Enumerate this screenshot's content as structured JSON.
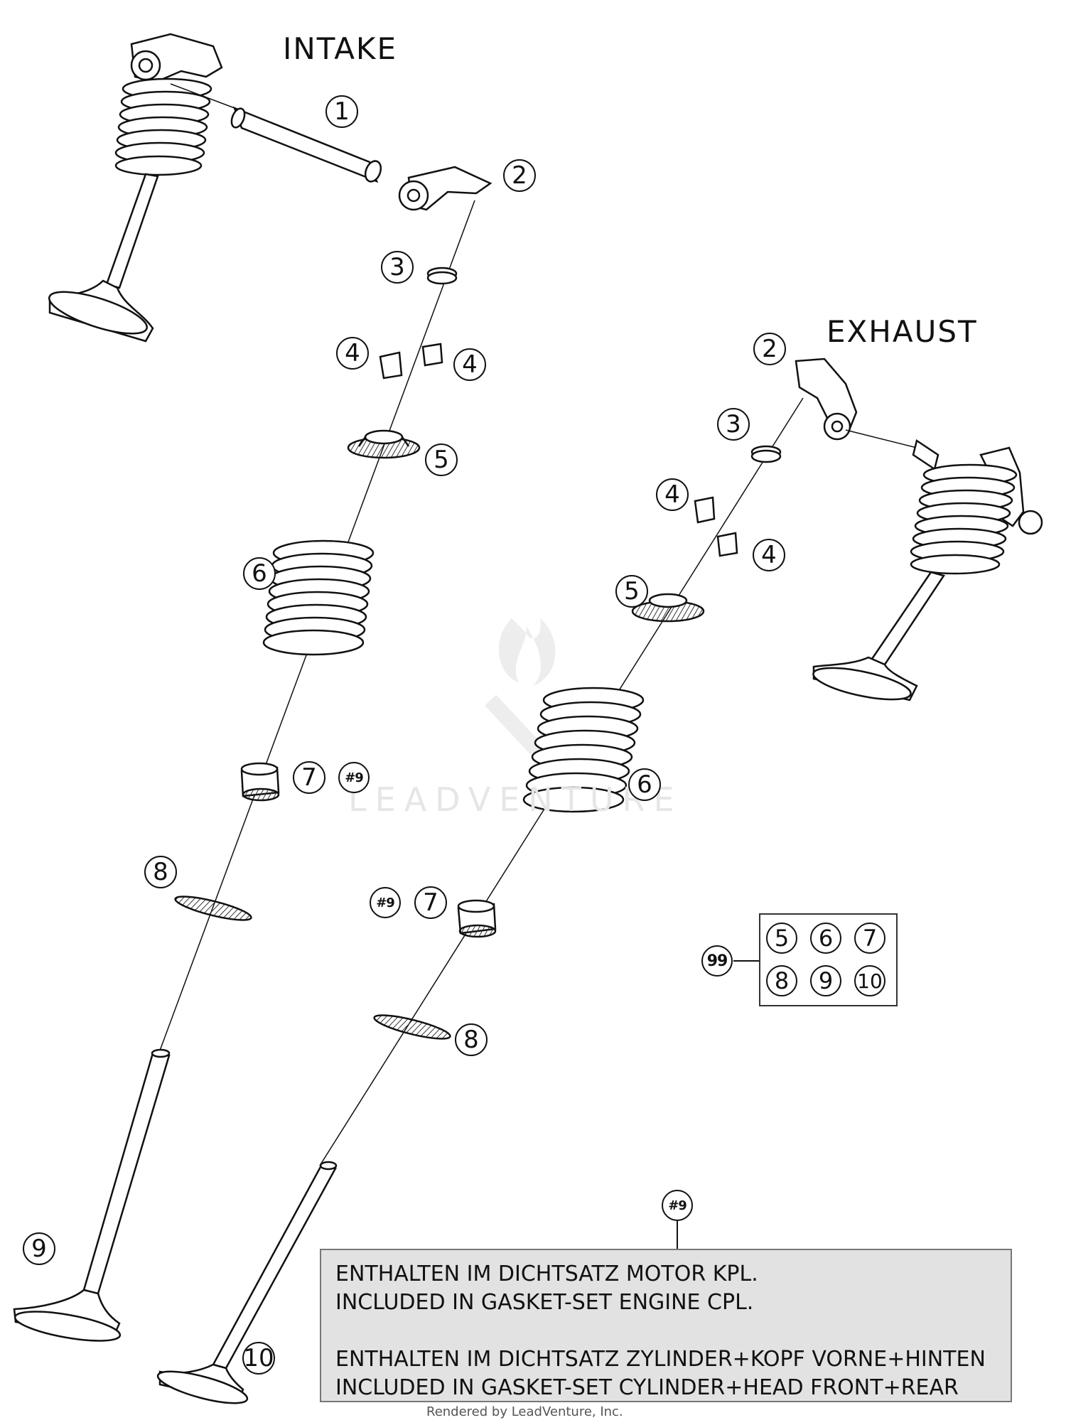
{
  "titles": {
    "intake": "INTAKE",
    "exhaust": "EXHAUST"
  },
  "callouts": {
    "intake": {
      "c1": "1",
      "c2": "2",
      "c3": "3",
      "c4a": "4",
      "c4b": "4",
      "c5": "5",
      "c6": "6",
      "c7": "7",
      "c7_ref": "#9",
      "c8": "8",
      "c9": "9",
      "c10": "10"
    },
    "exhaust": {
      "c2": "2",
      "c3": "3",
      "c4a": "4",
      "c4b": "4",
      "c5": "5",
      "c6": "6",
      "c7": "7",
      "c7_ref": "#9",
      "c8": "8"
    }
  },
  "kit": {
    "label": "99",
    "items": [
      "5",
      "6",
      "7",
      "8",
      "9",
      "10"
    ]
  },
  "note": {
    "ref": "#9",
    "lines": [
      "ENTHALTEN IM DICHTSATZ MOTOR KPL.",
      "INCLUDED IN GASKET-SET ENGINE CPL.",
      "",
      "ENTHALTEN IM DICHTSATZ ZYLINDER+KOPF VORNE+HINTEN",
      "INCLUDED IN GASKET-SET CYLINDER+HEAD FRONT+REAR"
    ]
  },
  "watermark": "LEADVENTURE",
  "footer": "Rendered by LeadVenture, Inc."
}
